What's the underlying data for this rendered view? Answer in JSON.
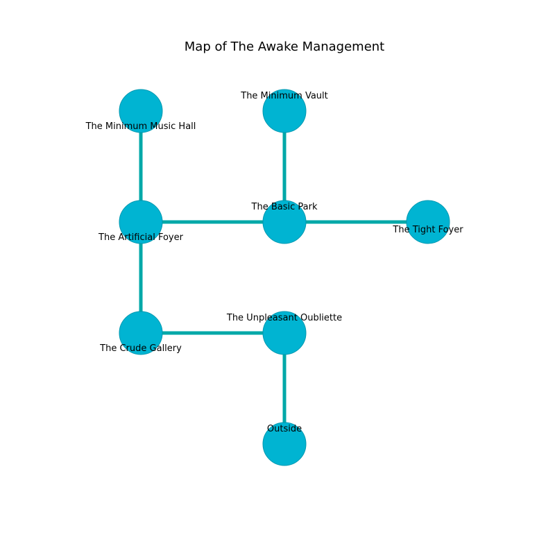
{
  "title": "Map of The Awake Management",
  "colors": {
    "node_fill": "#00b4d2",
    "node_stroke": "#0098b0",
    "edge": "#00a8a8",
    "text": "#000000"
  },
  "rooms": [
    {
      "id": "minimum-music-hall",
      "name": "The Minimum Music Hall"
    },
    {
      "id": "minimum-vault",
      "name": "The Minimum Vault"
    },
    {
      "id": "artificial-foyer",
      "name": "The Artificial Foyer"
    },
    {
      "id": "basic-park",
      "name": "The Basic Park"
    },
    {
      "id": "tight-foyer",
      "name": "The Tight Foyer"
    },
    {
      "id": "crude-gallery",
      "name": "The Crude Gallery"
    },
    {
      "id": "unpleasant-oubliette",
      "name": "The Unpleasant Oubliette"
    },
    {
      "id": "outside",
      "name": "Outside"
    }
  ],
  "connections": [
    [
      "minimum-music-hall",
      "artificial-foyer"
    ],
    [
      "minimum-vault",
      "basic-park"
    ],
    [
      "artificial-foyer",
      "basic-park"
    ],
    [
      "basic-park",
      "tight-foyer"
    ],
    [
      "artificial-foyer",
      "crude-gallery"
    ],
    [
      "crude-gallery",
      "unpleasant-oubliette"
    ],
    [
      "unpleasant-oubliette",
      "outside"
    ]
  ]
}
